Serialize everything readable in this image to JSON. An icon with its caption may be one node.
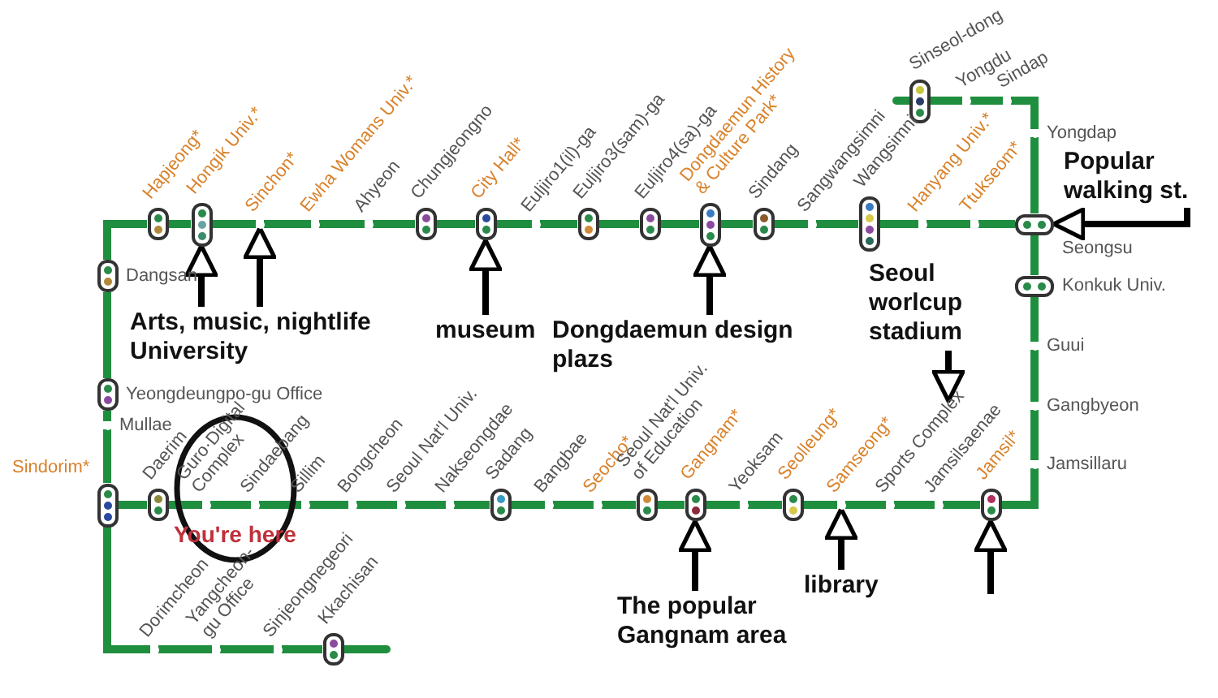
{
  "diagram": {
    "nodes": [
      {
        "text": [
          "Sinseol-dong"
        ]
      },
      {
        "text": [
          "Yongdu"
        ]
      },
      {
        "text": [
          "Sindap"
        ]
      },
      {
        "text": [
          "Hapjeong*"
        ]
      },
      {
        "text": [
          "Hongik Univ.*"
        ]
      },
      {
        "text": [
          "Sinchon*"
        ]
      },
      {
        "text": [
          "Ewha Womans Univ.*"
        ]
      },
      {
        "text": [
          "Ahyeon"
        ]
      },
      {
        "text": [
          "Chungjeongno"
        ]
      },
      {
        "text": [
          "City Hall*"
        ]
      },
      {
        "text": [
          "Euljiro1(il)-ga"
        ]
      },
      {
        "text": [
          "Euljiro3(sam)-ga"
        ]
      },
      {
        "text": [
          "Euljiro4(sa)-ga"
        ]
      },
      {
        "text": [
          "Dongdaemun History & Culture Park*"
        ]
      },
      {
        "text": [
          "Sindang"
        ]
      },
      {
        "text": [
          "Sangwangsimni"
        ]
      },
      {
        "text": [
          "Wangsimni"
        ]
      },
      {
        "text": [
          "Hanyang Univ.*"
        ]
      },
      {
        "text": [
          "Ttukseom*"
        ]
      },
      {
        "text": [
          "Yongdap"
        ]
      },
      {
        "text": [
          "Seongsu"
        ]
      },
      {
        "text": [
          "Konkuk Univ."
        ]
      },
      {
        "text": [
          "Guui"
        ]
      },
      {
        "text": [
          "Gangbyeon"
        ]
      },
      {
        "text": [
          "Jamsillaru"
        ]
      },
      {
        "text": [
          "Dangsan"
        ]
      },
      {
        "text": [
          "Yeongdeungpo-gu Office"
        ]
      },
      {
        "text": [
          "Mullae"
        ]
      },
      {
        "text": [
          "Sindorim*"
        ]
      },
      {
        "text": [
          "Daerim"
        ]
      },
      {
        "text": [
          "Guro·Digital Complex"
        ],
        "in": 56
      },
      {
        "text": [
          "Sindaebang"
        ],
        "in": 56
      },
      {
        "text": [
          "Sillim"
        ]
      },
      {
        "text": [
          "Bongcheon"
        ]
      },
      {
        "text": [
          "Seoul Nat'l Univ."
        ]
      },
      {
        "text": [
          "Nakseongdae"
        ]
      },
      {
        "text": [
          "Sadang"
        ]
      },
      {
        "text": [
          "Bangbae"
        ]
      },
      {
        "text": [
          "Seocho*"
        ]
      },
      {
        "text": [
          "Seoul Nat'l Univ. of Education"
        ]
      },
      {
        "text": [
          "Gangnam*"
        ]
      },
      {
        "text": [
          "Yeoksam"
        ]
      },
      {
        "text": [
          "Seolleung*"
        ]
      },
      {
        "text": [
          "Samseong*"
        ]
      },
      {
        "text": [
          "Sports Complex"
        ]
      },
      {
        "text": [
          "Jamsilsaenae"
        ]
      },
      {
        "text": [
          "Jamsil*"
        ]
      },
      {
        "text": [
          "Dorimcheon"
        ]
      },
      {
        "text": [
          "Yangcheon-gu Office"
        ]
      },
      {
        "text": [
          "Sinjeongnegeori"
        ]
      },
      {
        "text": [
          "Kkachisan"
        ]
      },
      {
        "text": [
          "Arts, music, nightlife University"
        ]
      },
      {
        "text": [
          "museum"
        ]
      },
      {
        "text": [
          "Dongdaemun design plazs"
        ]
      },
      {
        "text": [
          "Seoul worlcup stadium"
        ]
      },
      {
        "text": [
          "Popular walking st."
        ]
      },
      {
        "text": [
          "You're here"
        ]
      },
      {
        "text": [
          "The popular Gangnam area"
        ]
      },
      {
        "text": [
          "library"
        ]
      }
    ],
    "edges": [
      {
        "from": 0,
        "to": 1,
        "arrow": "none"
      },
      {
        "from": 1,
        "to": 2,
        "arrow": "none"
      },
      {
        "from": 2,
        "to": 19,
        "arrow": "none"
      },
      {
        "from": 19,
        "to": 20,
        "arrow": "none"
      },
      {
        "from": 3,
        "to": 4,
        "arrow": "none"
      },
      {
        "from": 4,
        "to": 5,
        "arrow": "none"
      },
      {
        "from": 5,
        "to": 6,
        "arrow": "none"
      },
      {
        "from": 6,
        "to": 7,
        "arrow": "none"
      },
      {
        "from": 7,
        "to": 8,
        "arrow": "none"
      },
      {
        "from": 8,
        "to": 9,
        "arrow": "none"
      },
      {
        "from": 9,
        "to": 10,
        "arrow": "none"
      },
      {
        "from": 10,
        "to": 11,
        "arrow": "none"
      },
      {
        "from": 11,
        "to": 12,
        "arrow": "none"
      },
      {
        "from": 12,
        "to": 13,
        "arrow": "none"
      },
      {
        "from": 13,
        "to": 14,
        "arrow": "none"
      },
      {
        "from": 14,
        "to": 15,
        "arrow": "none"
      },
      {
        "from": 15,
        "to": 16,
        "arrow": "none"
      },
      {
        "from": 16,
        "to": 17,
        "arrow": "none"
      },
      {
        "from": 17,
        "to": 18,
        "arrow": "none"
      },
      {
        "from": 18,
        "to": 20,
        "arrow": "none"
      },
      {
        "from": 3,
        "to": 25,
        "arrow": "none"
      },
      {
        "from": 25,
        "to": 26,
        "arrow": "none"
      },
      {
        "from": 26,
        "to": 27,
        "arrow": "none"
      },
      {
        "from": 27,
        "to": 28,
        "arrow": "none"
      },
      {
        "from": 28,
        "to": 29,
        "arrow": "none"
      },
      {
        "from": 29,
        "to": 30,
        "arrow": "none"
      },
      {
        "from": 30,
        "to": 31,
        "arrow": "none"
      },
      {
        "from": 31,
        "to": 32,
        "arrow": "none"
      },
      {
        "from": 32,
        "to": 33,
        "arrow": "none"
      },
      {
        "from": 33,
        "to": 34,
        "arrow": "none"
      },
      {
        "from": 34,
        "to": 35,
        "arrow": "none"
      },
      {
        "from": 35,
        "to": 36,
        "arrow": "none"
      },
      {
        "from": 36,
        "to": 37,
        "arrow": "none"
      },
      {
        "from": 37,
        "to": 38,
        "arrow": "none"
      },
      {
        "from": 38,
        "to": 39,
        "arrow": "none"
      },
      {
        "from": 39,
        "to": 40,
        "arrow": "none"
      },
      {
        "from": 40,
        "to": 41,
        "arrow": "none"
      },
      {
        "from": 41,
        "to": 42,
        "arrow": "none"
      },
      {
        "from": 42,
        "to": 43,
        "arrow": "none"
      },
      {
        "from": 43,
        "to": 44,
        "arrow": "none"
      },
      {
        "from": 44,
        "to": 45,
        "arrow": "none"
      },
      {
        "from": 45,
        "to": 46,
        "arrow": "none"
      },
      {
        "from": 46,
        "to": 24,
        "arrow": "none"
      },
      {
        "from": 24,
        "to": 23,
        "arrow": "none"
      },
      {
        "from": 23,
        "to": 22,
        "arrow": "none"
      },
      {
        "from": 22,
        "to": 21,
        "arrow": "none"
      },
      {
        "from": 21,
        "to": 20,
        "arrow": "none"
      },
      {
        "from": 28,
        "to": 47,
        "arrow": "none"
      },
      {
        "from": 47,
        "to": 48,
        "arrow": "none"
      },
      {
        "from": 48,
        "to": 49,
        "arrow": "none"
      },
      {
        "from": 49,
        "to": 50,
        "arrow": "none"
      },
      {
        "from": 51,
        "to": 4,
        "arrow": "to",
        "color": "#000000"
      },
      {
        "from": 51,
        "to": 5,
        "arrow": "to",
        "color": "#000000"
      },
      {
        "from": 52,
        "to": 9,
        "arrow": "to",
        "color": "#000000"
      },
      {
        "from": 53,
        "to": 13,
        "arrow": "to",
        "color": "#000000"
      },
      {
        "from": 54,
        "to": 44,
        "arrow": "to",
        "color": "#000000"
      },
      {
        "from": 55,
        "to": 20,
        "arrow": "to",
        "color": "#000000"
      },
      {
        "from": 57,
        "to": 40,
        "arrow": "to",
        "color": "#000000"
      },
      {
        "from": 58,
        "to": 43,
        "arrow": "to",
        "color": "#000000"
      },
      {
        "from": null,
        "to": 46,
        "arrow": "to",
        "color": "#000000"
      }
    ]
  }
}
